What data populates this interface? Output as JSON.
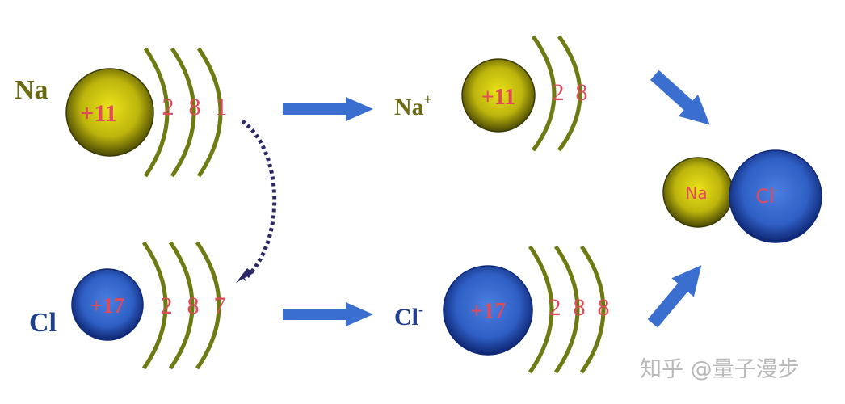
{
  "atoms": {
    "na": {
      "symbol": "Na",
      "nucleus": "+11",
      "shells": [
        "2",
        "8",
        "1"
      ]
    },
    "cl": {
      "symbol": "Cl",
      "nucleus": "+17",
      "shells": [
        "2",
        "8",
        "7"
      ]
    }
  },
  "ions": {
    "na": {
      "symbol": "Na",
      "charge": "+",
      "nucleus": "+11",
      "shells": [
        "2",
        "8"
      ]
    },
    "cl": {
      "symbol": "Cl",
      "charge": "-",
      "nucleus": "+17",
      "shells": [
        "2",
        "8",
        "8"
      ]
    }
  },
  "compound": {
    "cation": "Na",
    "anion": "Cl",
    "anion_charge": "-"
  },
  "watermark": "知乎 @量子漫步",
  "colors": {
    "sodium_fill": "#c9c20e",
    "sodium_edge": "#4a4a05",
    "chlorine_fill": "#3e6fd0",
    "chlorine_edge": "#0f2a78",
    "shell_stroke": "#6f7a12",
    "electron_text": "#e04a5c",
    "arrow": "#3a6fd0",
    "transfer_arrow": "#2b2a66"
  }
}
